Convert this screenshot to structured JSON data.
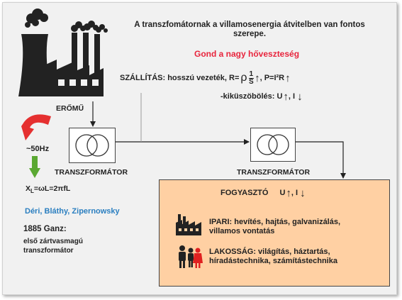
{
  "header_text": "A transzfomátornak a villamosenergia átvitelben van fontos szerepe.",
  "header_line1": "A transzfomátornak a villamosenergia átvitelben van fontos",
  "header_line2": "szerepe.",
  "problem": "Gond a nagy hőveszteség",
  "power_plant_label": "ERŐMŰ",
  "transport": {
    "prefix": "SZÁLLÍTÁS: hosszú vezeték, R=",
    "rho": "ρ",
    "frac_num": "1",
    "frac_den": "S",
    "up1": "↑",
    "power_formula": ", P=I²R",
    "up2": "↑"
  },
  "elimination": {
    "text": "-kiküszöbölés: U",
    "up": "↑",
    "middle": ", I",
    "down": "↓"
  },
  "frequency": "~50Hz",
  "transformer1_label": "TRANSZFORMÁTOR",
  "transformer2_label": "TRANSZFORMÁTOR",
  "reactance_formula": "XL=ωL=2πfL",
  "reactance": {
    "x": "X",
    "sub": "L",
    "rest": "=ωL=2πfL"
  },
  "inventors": "Déri, Bláthy, Zipernowsky",
  "ganz_year": "1885 Ganz:",
  "ganz_desc_line1": "első zártvasmagú",
  "ganz_desc_line2": "transzformátor",
  "consumer": {
    "title": "FOGYASZTÓ",
    "u": "U",
    "up": "↑",
    "i": ", I",
    "down": "↓"
  },
  "industrial_line1": "IPARI: hevítés, hajtás, galvanizálás,",
  "industrial_line2": "villamos vontatás",
  "residential_line1": "LAKOSSÁG: világítás, háztartás,",
  "residential_line2": "híradástechnika, számítástechnika",
  "colors": {
    "problem": "#e8243c",
    "inventors": "#2b7fc0",
    "consumer_bg": "#ffd0a3",
    "rotate_arrow": "#e53030",
    "down_arrow": "#5aa832",
    "icon": "#222222",
    "person_red": "#e02020"
  },
  "icons": [
    "factory-icon",
    "rotate-arrow-icon",
    "down-arrow-icon",
    "transformer-icon",
    "industry-icon",
    "people-icon"
  ]
}
